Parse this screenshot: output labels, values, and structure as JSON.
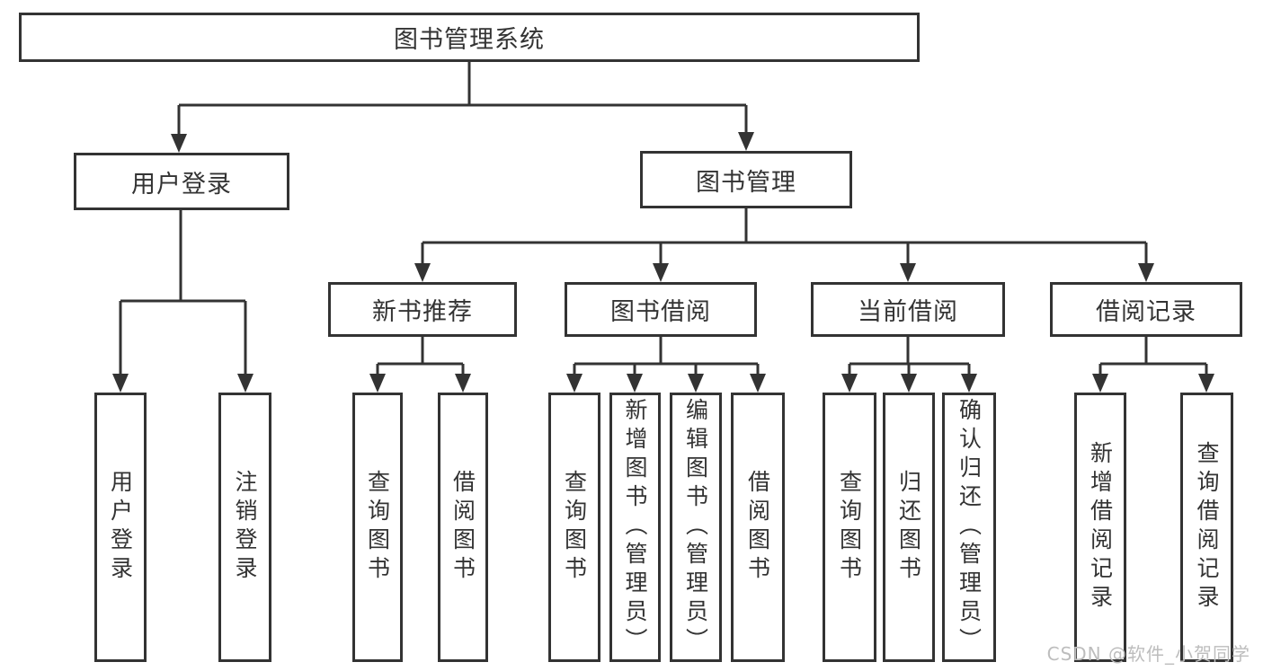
{
  "colors": {
    "line": "#333333",
    "box_border": "#333333",
    "box_fill": "#ffffff",
    "text": "#333333",
    "watermark_text": "#bdbdbd",
    "background": "#ffffff"
  },
  "watermark": "CSDN @软件_小贺同学",
  "diagram": {
    "type": "hierarchy-tree",
    "root": {
      "label": "图书管理系统",
      "children": [
        {
          "label": "用户登录",
          "children": [
            {
              "label": "用户登录"
            },
            {
              "label": "注销登录"
            }
          ]
        },
        {
          "label": "图书管理",
          "children": [
            {
              "label": "新书推荐",
              "children": [
                {
                  "label": "查询图书"
                },
                {
                  "label": "借阅图书"
                }
              ]
            },
            {
              "label": "图书借阅",
              "children": [
                {
                  "label": "查询图书"
                },
                {
                  "label": "新增图书（管理员）"
                },
                {
                  "label": "编辑图书（管理员）"
                },
                {
                  "label": "借阅图书"
                }
              ]
            },
            {
              "label": "当前借阅",
              "children": [
                {
                  "label": "查询图书"
                },
                {
                  "label": "归还图书"
                },
                {
                  "label": "确认归还（管理员）"
                }
              ]
            },
            {
              "label": "借阅记录",
              "children": [
                {
                  "label": "新增借阅记录"
                },
                {
                  "label": "查询借阅记录"
                }
              ]
            }
          ]
        }
      ]
    }
  }
}
